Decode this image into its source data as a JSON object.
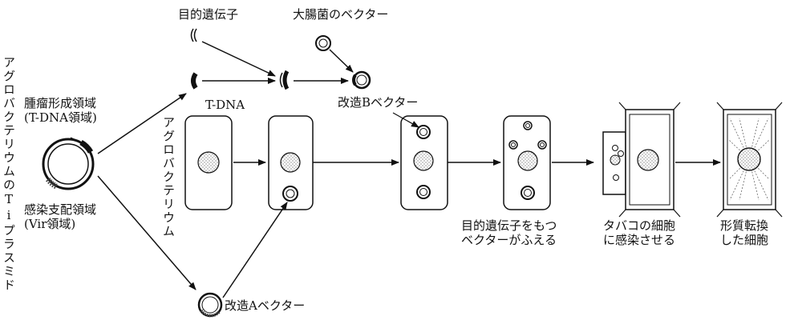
{
  "labels": {
    "target_gene": "目的遺伝子",
    "ecoli_vector": "大腸菌のベクター",
    "tumor_region_line1": "腫瘤形成領域",
    "tumor_region_line2": "(T-DNA領域)",
    "tdna": "T-DNA",
    "modified_b_vector": "改造Bベクター",
    "infection_region_line1": "感染支配領域",
    "infection_region_line2": "(Vir領域)",
    "modified_a_vector": "改造Aベクター",
    "multiply_line1": "目的遺伝子をもつ",
    "multiply_line2": "ベクターがふえる",
    "infect_line1": "タバコの細胞",
    "infect_line2": "に感染させる",
    "transformed_line1": "形質転換",
    "transformed_line2": "した細胞"
  },
  "vertical_labels": {
    "agrobacterium_ti_plasmid": "アグロバクテリウムのTiプラスミド",
    "agrobacterium": "アグロバクテリウム"
  },
  "colors": {
    "ink": "#111111",
    "stipple": "#555555"
  }
}
